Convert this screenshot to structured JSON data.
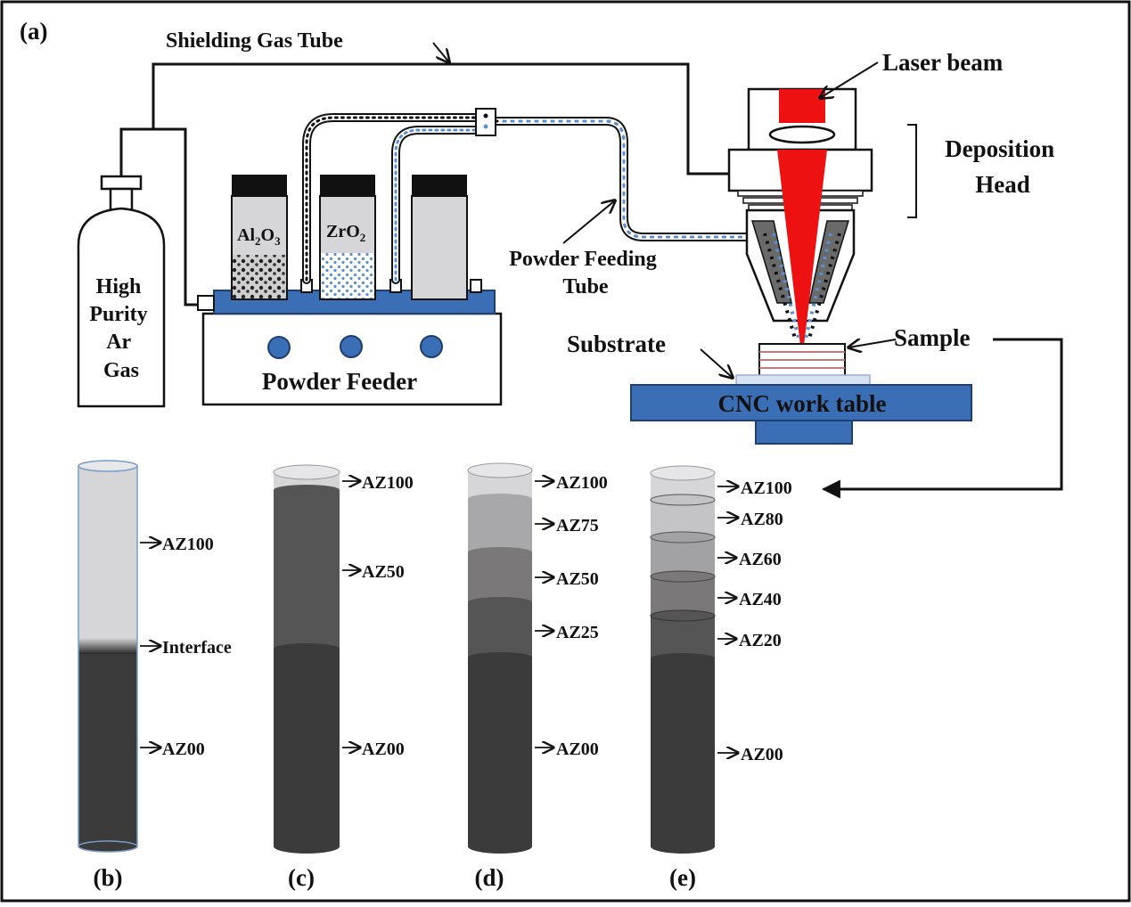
{
  "panel_labels": {
    "a": "(a)",
    "b": "(b)",
    "c": "(c)",
    "d": "(d)",
    "e": "(e)"
  },
  "setup": {
    "shielding_gas_tube": "Shielding  Gas Tube",
    "laser_beam": "Laser beam",
    "deposition_head": [
      "Deposition",
      "Head"
    ],
    "gas_cylinder": [
      "High",
      "Purity",
      "Ar",
      "Gas"
    ],
    "jar_1": {
      "base": "Al",
      "sub1": "2",
      "mid": "O",
      "sub2": "3"
    },
    "jar_2": {
      "base": "ZrO",
      "sub": "2"
    },
    "powder_feeder": "Powder Feeder",
    "powder_feeding_tube": [
      "Powder Feeding",
      "Tube"
    ],
    "substrate": "Substrate",
    "sample": "Sample",
    "cnc_table": "CNC work table"
  },
  "columns": {
    "b": {
      "labels": [
        "AZ100",
        "Interface",
        "AZ00"
      ]
    },
    "c": {
      "labels": [
        "AZ100",
        "AZ50",
        "AZ00"
      ]
    },
    "d": {
      "labels": [
        "AZ100",
        "AZ75",
        "AZ50",
        "AZ25",
        "AZ00"
      ]
    },
    "e": {
      "labels": [
        "AZ100",
        "AZ80",
        "AZ60",
        "AZ40",
        "AZ20",
        "AZ00"
      ]
    }
  },
  "colors": {
    "feeder_blue": "#3a6fb5",
    "laser_red": "#ee1111",
    "az100": "#d6d6d8",
    "az00": "#3b3b3b"
  }
}
